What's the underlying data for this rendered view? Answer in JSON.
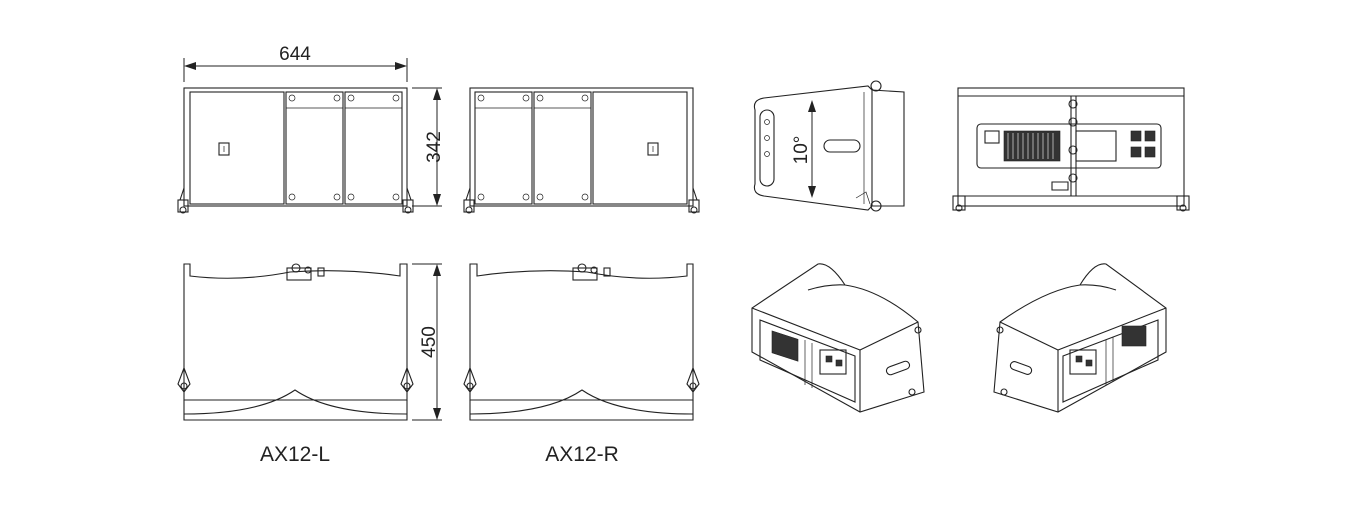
{
  "drawing": {
    "dimensions": {
      "width": "644",
      "height": "342",
      "depth": "450",
      "angle": "10°"
    },
    "models": {
      "left": "AX12-L",
      "right": "AX12-R"
    }
  }
}
